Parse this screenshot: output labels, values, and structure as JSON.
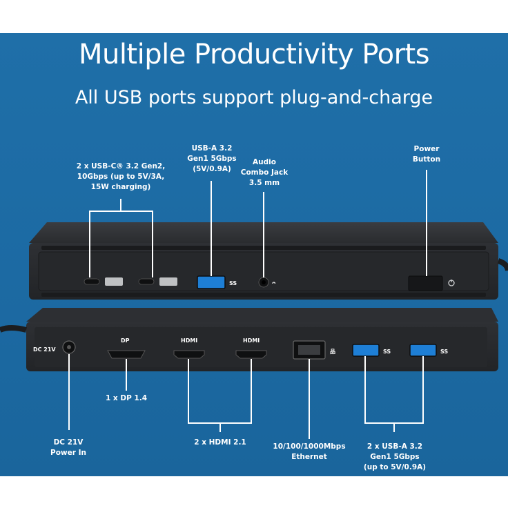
{
  "title": "Multiple Productivity Ports",
  "subtitle": "All USB ports support plug-and-charge",
  "labels": {
    "usbc": [
      "2 x USB-C® 3.2 Gen2,",
      "10Gbps (up to 5V/3A,",
      "15W charging)"
    ],
    "usba_front": [
      "USB-A 3.2",
      "Gen1 5Gbps",
      "(5V/0.9A)"
    ],
    "audio": [
      "Audio",
      "Combo Jack",
      "3.5 mm"
    ],
    "power_button": [
      "Power",
      "Button"
    ],
    "dc": [
      "DC 21V",
      "Power In"
    ],
    "dp": "1 x DP 1.4",
    "hdmi": "2 x HDMI 2.1",
    "ethernet": [
      "10/100/1000Mbps",
      "Ethernet"
    ],
    "usba_rear": [
      "2 x USB-A 3.2",
      "Gen1 5Gbps",
      "(up to 5V/0.9A)"
    ]
  },
  "port_text": {
    "dp": "DP",
    "hdmi1": "HDMI",
    "hdmi2": "HDMI",
    "dc": "DC 21V",
    "ss": "SS"
  },
  "colors": {
    "background": "#1c6aa3",
    "device": "#2b2d30",
    "usb3_blue": "#1e7fd6"
  }
}
